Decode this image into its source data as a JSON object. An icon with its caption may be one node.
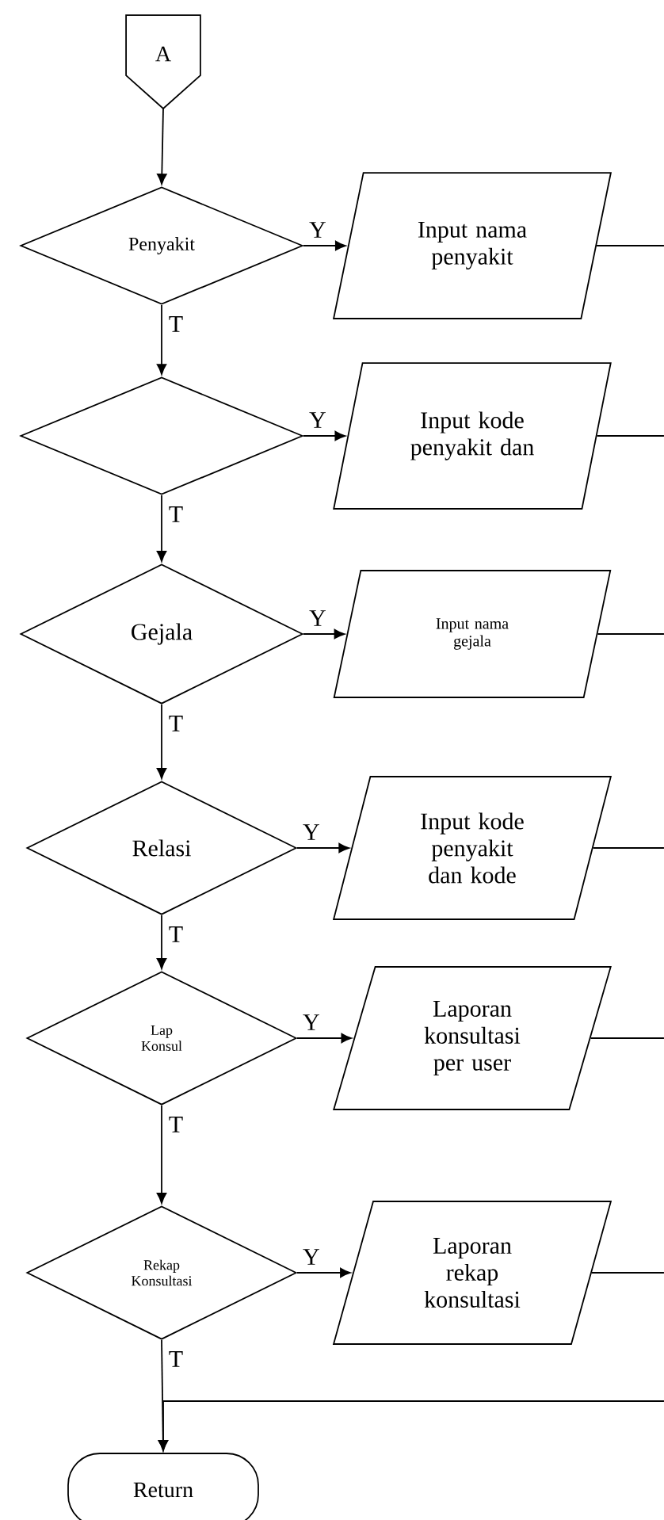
{
  "diagram": {
    "nodes": [
      {
        "text": [
          "A"
        ]
      },
      {
        "text": [
          "Penyakit"
        ]
      },
      {
        "text": [
          "Input nama penyakit"
        ]
      },
      {
        "text": [],
        "shape": "diamond"
      },
      {
        "text": [
          "Input kode penyakit dan"
        ]
      },
      {
        "text": [
          "Gejala"
        ]
      },
      {
        "text": [
          "Input nama gejala"
        ]
      },
      {
        "text": [
          "Relasi"
        ]
      },
      {
        "text": [
          "Input kode penyakit dan kode"
        ]
      },
      {
        "text": [
          "Lap Konsul"
        ]
      },
      {
        "text": [
          "Laporan konsultasi per user"
        ]
      },
      {
        "text": [
          "Rekap Konsultasi"
        ]
      },
      {
        "text": [
          "Laporan rekap konsultasi"
        ]
      },
      {
        "text": [
          "Return"
        ]
      }
    ],
    "edges": [
      {
        "from": 0,
        "to": 1,
        "arrow": "to"
      },
      {
        "from": 1,
        "to": 2,
        "arrow": "to",
        "label": "Y"
      },
      {
        "from": 1,
        "to": 3,
        "arrow": "to",
        "label": "T"
      },
      {
        "from": 2,
        "to": null,
        "arrow": "none"
      },
      {
        "from": 3,
        "to": 4,
        "arrow": "to",
        "label": "Y"
      },
      {
        "from": 3,
        "to": 5,
        "arrow": "to",
        "label": "T"
      },
      {
        "from": 4,
        "to": null,
        "arrow": "none"
      },
      {
        "from": 5,
        "to": 6,
        "arrow": "to",
        "label": "Y"
      },
      {
        "from": 5,
        "to": 7,
        "arrow": "to",
        "label": "T"
      },
      {
        "from": 6,
        "to": null,
        "arrow": "none"
      },
      {
        "from": 7,
        "to": 8,
        "arrow": "to",
        "label": "Y"
      },
      {
        "from": 7,
        "to": 9,
        "arrow": "to",
        "label": "T"
      },
      {
        "from": 8,
        "to": null,
        "arrow": "none"
      },
      {
        "from": 9,
        "to": 10,
        "arrow": "to",
        "label": "Y"
      },
      {
        "from": 9,
        "to": 11,
        "arrow": "to",
        "label": "T"
      },
      {
        "from": 10,
        "to": null,
        "arrow": "none"
      },
      {
        "from": 11,
        "to": 12,
        "arrow": "to",
        "label": "Y"
      },
      {
        "from": 11,
        "to": 13,
        "arrow": "to",
        "label": "T"
      },
      {
        "from": 12,
        "to": null,
        "arrow": "none"
      },
      {
        "from": null,
        "to": 13,
        "arrow": "to"
      }
    ]
  }
}
